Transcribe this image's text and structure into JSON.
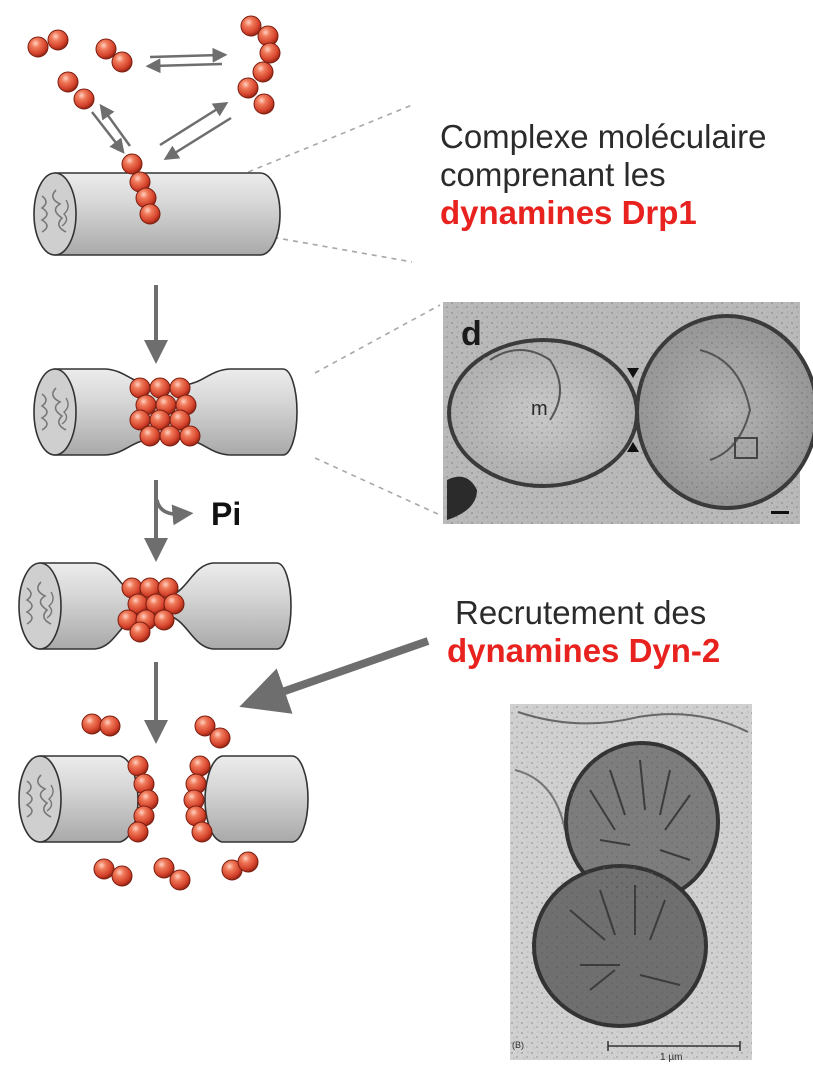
{
  "caption1": {
    "line1": "Complexe moléculaire",
    "line2": "comprenant les",
    "line3": "dynamines Drp1"
  },
  "caption2": {
    "line1": "Recrutement des",
    "line2": "dynamines Dyn-2"
  },
  "pi_label": "Pi",
  "micrograph1": {
    "panel_letter": "d",
    "label_m": "m"
  },
  "micrograph2": {
    "panel_label": "(B)",
    "scale_bar": "1 µm"
  },
  "colors": {
    "accent_red": "#e8221e",
    "text_dark": "#2b2b2b",
    "bead": "#e05a3c",
    "arrow_gray": "#6e6e6e",
    "cylinder_gray": "#d9d9d9"
  },
  "icons": [
    "arrow-down-icon",
    "double-arrow-icon",
    "branch-arrow-icon"
  ]
}
